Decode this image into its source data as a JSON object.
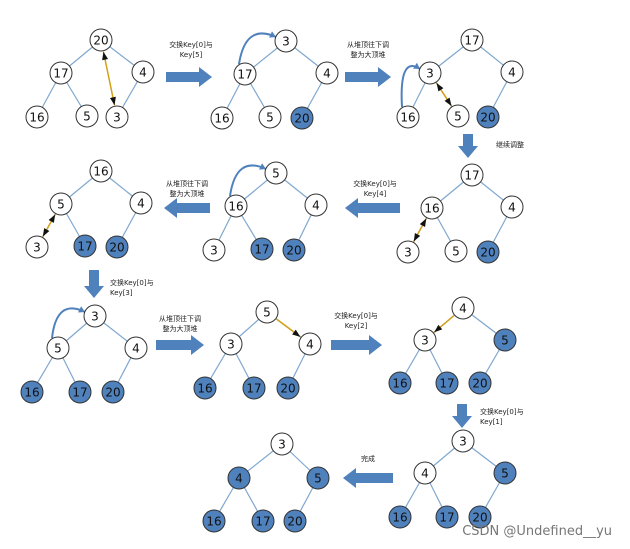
{
  "trees": [
    {
      "nodes": [
        "20",
        "17",
        "4",
        "16",
        "5",
        "3"
      ],
      "done": [
        false,
        false,
        false,
        false,
        false,
        false
      ]
    },
    {
      "nodes": [
        "3",
        "17",
        "4",
        "16",
        "5",
        "20"
      ],
      "done": [
        false,
        false,
        false,
        false,
        false,
        true
      ]
    },
    {
      "nodes": [
        "17",
        "3",
        "4",
        "16",
        "5",
        "20"
      ],
      "done": [
        false,
        false,
        false,
        false,
        false,
        true
      ]
    },
    {
      "nodes": [
        "17",
        "16",
        "4",
        "3",
        "5",
        "20"
      ],
      "done": [
        false,
        false,
        false,
        false,
        false,
        true
      ]
    },
    {
      "nodes": [
        "5",
        "16",
        "4",
        "3",
        "17",
        "20"
      ],
      "done": [
        false,
        false,
        false,
        false,
        true,
        true
      ]
    },
    {
      "nodes": [
        "16",
        "5",
        "4",
        "3",
        "17",
        "20"
      ],
      "done": [
        false,
        false,
        false,
        false,
        true,
        true
      ]
    },
    {
      "nodes": [
        "3",
        "5",
        "4",
        "16",
        "17",
        "20"
      ],
      "done": [
        false,
        false,
        false,
        true,
        true,
        true
      ]
    },
    {
      "nodes": [
        "5",
        "3",
        "4",
        "16",
        "17",
        "20"
      ],
      "done": [
        false,
        false,
        false,
        true,
        true,
        true
      ]
    },
    {
      "nodes": [
        "4",
        "3",
        "5",
        "16",
        "17",
        "20"
      ],
      "done": [
        false,
        false,
        true,
        true,
        true,
        true
      ]
    },
    {
      "nodes": [
        "3",
        "4",
        "5",
        "16",
        "17",
        "20"
      ],
      "done": [
        false,
        false,
        true,
        true,
        true,
        true
      ]
    },
    {
      "nodes": [
        "3",
        "4",
        "5",
        "16",
        "17",
        "20"
      ],
      "done": [
        false,
        true,
        true,
        true,
        true,
        true
      ]
    }
  ],
  "steps": [
    {
      "lines": [
        "交换Key[0]与",
        "Key[5]"
      ]
    },
    {
      "lines": [
        "从堆顶往下调",
        "整为大顶堆"
      ]
    },
    {
      "lines": [
        "继续调整"
      ]
    },
    {
      "lines": [
        "交换Key[0]与",
        "Key[4]"
      ]
    },
    {
      "lines": [
        "从堆顶往下调",
        "整为大顶堆"
      ]
    },
    {
      "lines": [
        "交换Key[0]与",
        "Key[3]"
      ]
    },
    {
      "lines": [
        "从堆顶往下调",
        "整为大顶堆"
      ]
    },
    {
      "lines": [
        "交换Key[0]与",
        "Key[2]"
      ]
    },
    {
      "lines": [
        "交换Key[0]与",
        "Key[1]"
      ]
    },
    {
      "lines": [
        "完成"
      ]
    }
  ],
  "watermark": "CSDN @Undefined__yu",
  "colors": {
    "filled": "#4f81bd",
    "empty": "#ffffff",
    "stroke": "#333333",
    "edge": "#7fa7cf",
    "arrow": "#4f81bd",
    "swap": "#d4a017"
  }
}
